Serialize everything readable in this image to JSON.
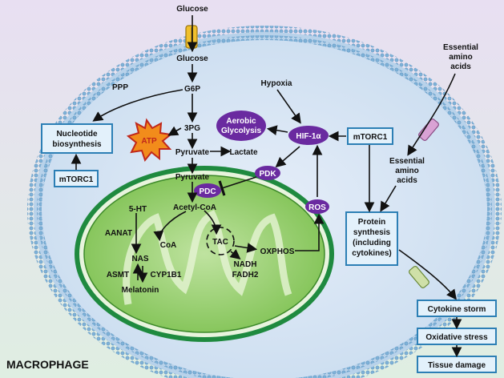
{
  "title": "MACROPHAGE",
  "outside": {
    "glucose": "Glucose",
    "essential_amino_acids": [
      "Essential",
      "amino",
      "acids"
    ]
  },
  "cytoplasm": {
    "glucose": "Glucose",
    "g6p": "G6P",
    "ppp": "PPP",
    "pg3": "3PG",
    "pyruvate": "Pyruvate",
    "lactate": "Lactate",
    "atp": "ATP",
    "hypoxia": "Hypoxia",
    "hif": "HIF-1α",
    "aerobic_glycolysis": [
      "Aerobic",
      "Glycolysis"
    ],
    "pdk": "PDK",
    "ros": "ROS",
    "mtorc1_right": "mTORC1",
    "mtorc1_left": "mTORC1",
    "nucleotide_biosynthesis": [
      "Nucleotide",
      "biosynthesis"
    ],
    "essential_amino_acids_inside": [
      "Essential",
      "amino",
      "acids"
    ],
    "protein_synthesis": [
      "Protein",
      "synthesis",
      "(including",
      "cytokines)"
    ]
  },
  "mitochondrion": {
    "pyruvate": "Pyruvate",
    "pdc": "PDC",
    "acetyl_coa": "Acetyl-CoA",
    "ht5": "5-HT",
    "aanat": "AANAT",
    "coa": "CoA",
    "tac": "TAC",
    "oxphos": "OXPHOS",
    "nadh": "NADH",
    "fadh2": "FADH2",
    "nas": "NAS",
    "asmt": "ASMT",
    "cyp1b1": "CYP1B1",
    "melatonin": "Melatonin"
  },
  "outcomes": {
    "cytokine_storm": "Cytokine storm",
    "oxidative_stress": "Oxidative stress",
    "tissue_damage": "Tissue damage"
  },
  "colors": {
    "membrane": "#6da5cf",
    "cell_fill": "#d9e8f6",
    "mito_outer": "#1f8a3f",
    "mito_inner": "#7cc04f",
    "oval_purple": "#6a2aa0",
    "box_border": "#2c7fb5",
    "box_fill": "#e3f1fb",
    "atp_burst": "#f28c1b"
  }
}
